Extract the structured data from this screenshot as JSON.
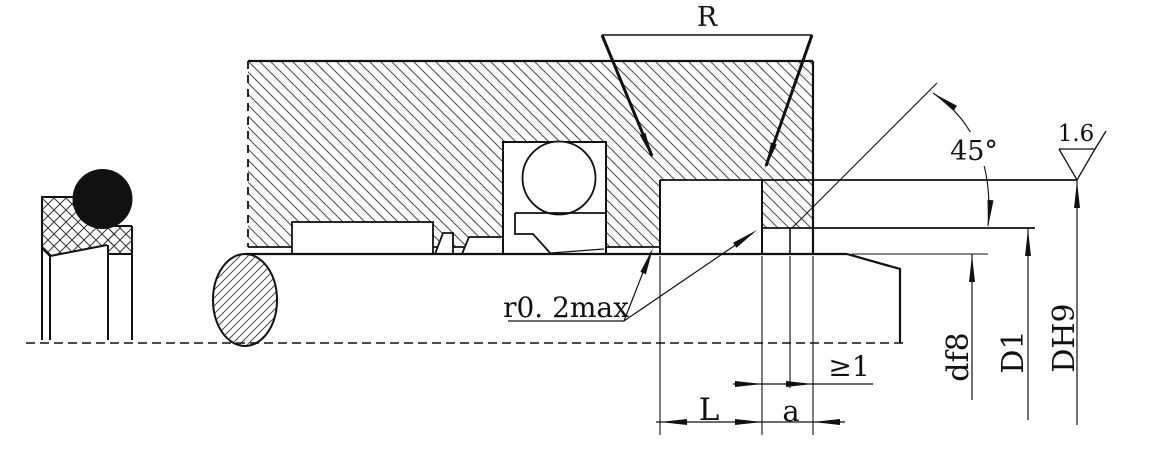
{
  "drawing": {
    "labels": {
      "radius": "R",
      "chamfer_angle": "45°",
      "surface_roughness": "1.6",
      "corner_radius_max": "r0. 2max",
      "min_protrusion": "≥1",
      "groove_length": "L",
      "chamfer_width": "a",
      "rod_diameter": "df8",
      "bore_diameter": "D1",
      "groove_diameter": "DH9"
    },
    "colors": {
      "line": "#111111",
      "hatch": "#555555"
    }
  }
}
